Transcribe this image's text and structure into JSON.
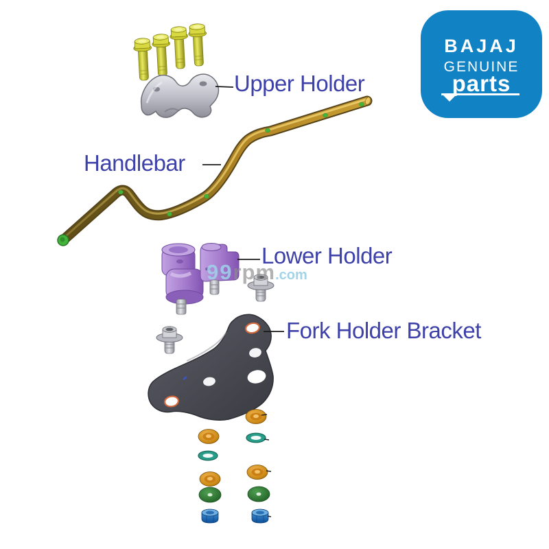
{
  "logo": {
    "brand": "BAJAJ",
    "genuine": "GENUINE",
    "parts": "parts",
    "background": "#1182c4",
    "text_color": "#ffffff"
  },
  "labels": {
    "upper_holder": "Upper Holder",
    "handlebar": "Handlebar",
    "lower_holder": "Lower Holder",
    "fork_holder_bracket": "Fork Holder Bracket",
    "text_color": "#3d41a8"
  },
  "watermark": {
    "prefix": "99",
    "name": "rpm",
    "suffix": ".com",
    "blue": "#9fd3ea",
    "gray": "#8f8f8f"
  },
  "diagram": {
    "background": "#ffffff",
    "parts": [
      {
        "name": "mounting-bolts",
        "count": 4,
        "color": "#d8d840"
      },
      {
        "name": "upper-holder",
        "color": "#c6c6ce"
      },
      {
        "name": "handlebar",
        "color": "#c79d33",
        "marker_color": "#43b33c"
      },
      {
        "name": "lower-holder",
        "color": "#a37fd0"
      },
      {
        "name": "flange-bolts",
        "count": 2,
        "color": "#c6c6cd"
      },
      {
        "name": "fork-holder-bracket",
        "color": "#4a4a52"
      },
      {
        "name": "orange-washers",
        "count": 4,
        "color": "#d08a18"
      },
      {
        "name": "teal-rings",
        "count": 2,
        "color": "#2a9d8a"
      },
      {
        "name": "green-washers",
        "count": 2,
        "color": "#2e7d32"
      },
      {
        "name": "blue-nuts",
        "count": 2,
        "color": "#1565c0"
      }
    ]
  }
}
